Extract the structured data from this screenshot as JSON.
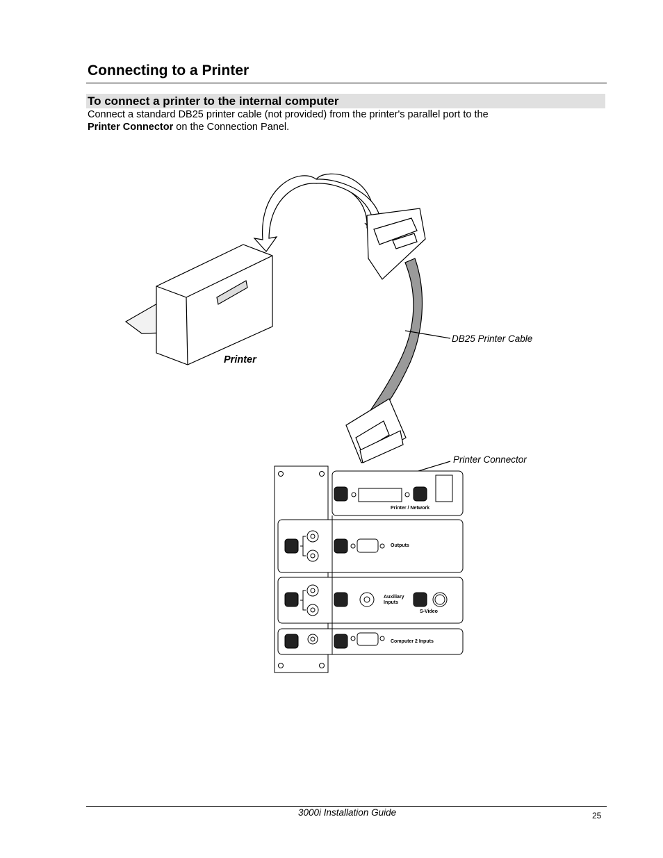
{
  "heading": {
    "title": "Connecting to a Printer",
    "subtitle": "To connect a printer to the internal computer"
  },
  "body": {
    "line1": "Connect a standard DB25 printer cable (not provided) from the printer's parallel port to the",
    "line2_bold": "Printer Connector",
    "line2_rest": " on the Connection Panel."
  },
  "figure": {
    "printer_label": "Printer",
    "cable_label": "DB25 Printer Cable",
    "connector_label": "Printer Connector",
    "panel": {
      "printer_network": "Printer / Network",
      "outputs": "Outputs",
      "auxiliary_line1": "Auxiliary",
      "auxiliary_line2": "Inputs",
      "s_video": "S-Video",
      "computer2": "Computer 2 Inputs"
    }
  },
  "footer": {
    "title": "3000i Installation Guide",
    "page": "25"
  }
}
